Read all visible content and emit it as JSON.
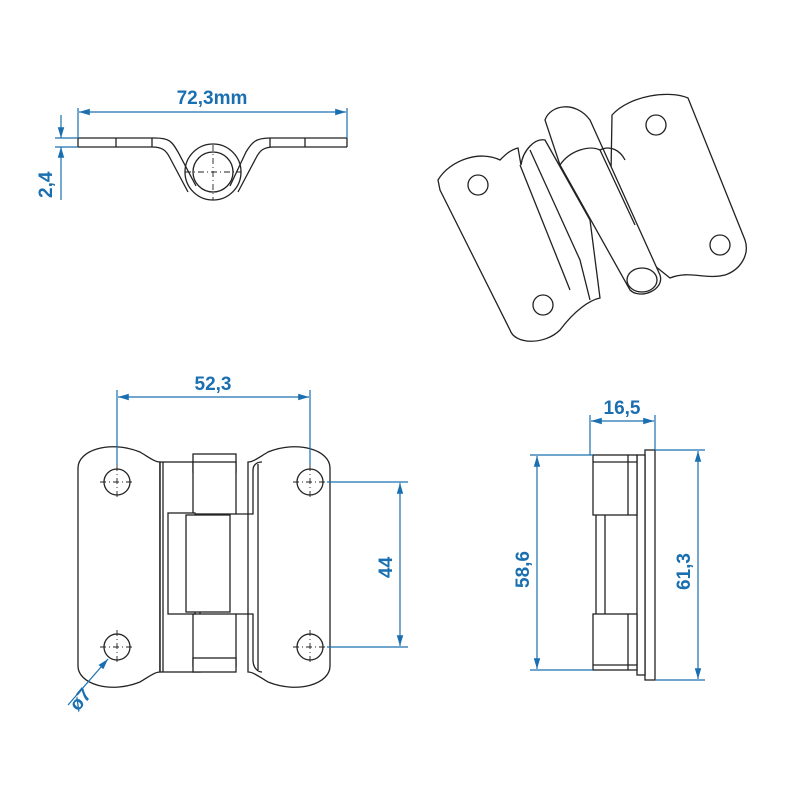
{
  "dimensions": {
    "overall_width": "72,3mm",
    "thickness": "2,4",
    "hole_spacing_horizontal": "52,3",
    "hole_spacing_vertical": "44",
    "hole_diameter": "ø7",
    "side_depth": "16,5",
    "knuckle_length": "58,6",
    "plate_height": "61,3"
  },
  "colors": {
    "dimension": "#1a6fb0",
    "outline": "#222222"
  }
}
